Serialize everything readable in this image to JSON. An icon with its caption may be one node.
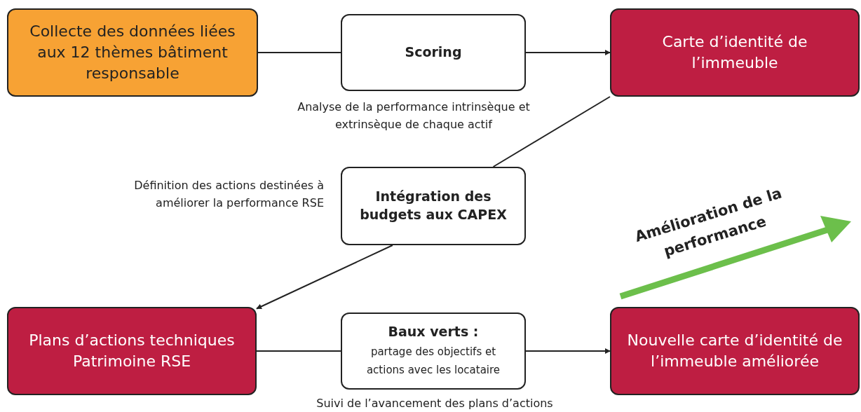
{
  "diagram": {
    "nodes": [
      {
        "text": [
          "Collecte des données liées aux 12 thèmes bâtiment responsable"
        ]
      },
      {
        "text": [
          "Scoring"
        ]
      },
      {
        "text": [
          "Carte d’identité de l’immeuble"
        ]
      },
      {
        "text": [
          "Intégration des budgets aux CAPEX"
        ]
      },
      {
        "text": [
          "Plans d’actions techniques Patrimoine RSE"
        ]
      },
      {
        "text": [
          "Baux verts :",
          "partage des objectifs et actions avec les locataire"
        ]
      },
      {
        "text": [
          "Nouvelle carte d’identité de l’immeuble améliorée"
        ]
      }
    ],
    "edges": [
      {
        "from": 0,
        "to": 1,
        "arrow": "none"
      },
      {
        "from": 1,
        "to": 2,
        "arrow": "to"
      },
      {
        "from": 2,
        "to": 3,
        "arrow": "none"
      },
      {
        "from": 3,
        "to": 4,
        "arrow": "to"
      },
      {
        "from": 4,
        "to": 5,
        "arrow": "none"
      },
      {
        "from": 5,
        "to": 6,
        "arrow": "to"
      }
    ],
    "labels": [
      "Analyse de la performance intrinsèque et extrinsèque de chaque actif",
      "Définition des actions destinées à améliorer la performance RSE",
      "Amélioration de la performance",
      "Suivi de l’avancement des plans d’actions"
    ]
  }
}
